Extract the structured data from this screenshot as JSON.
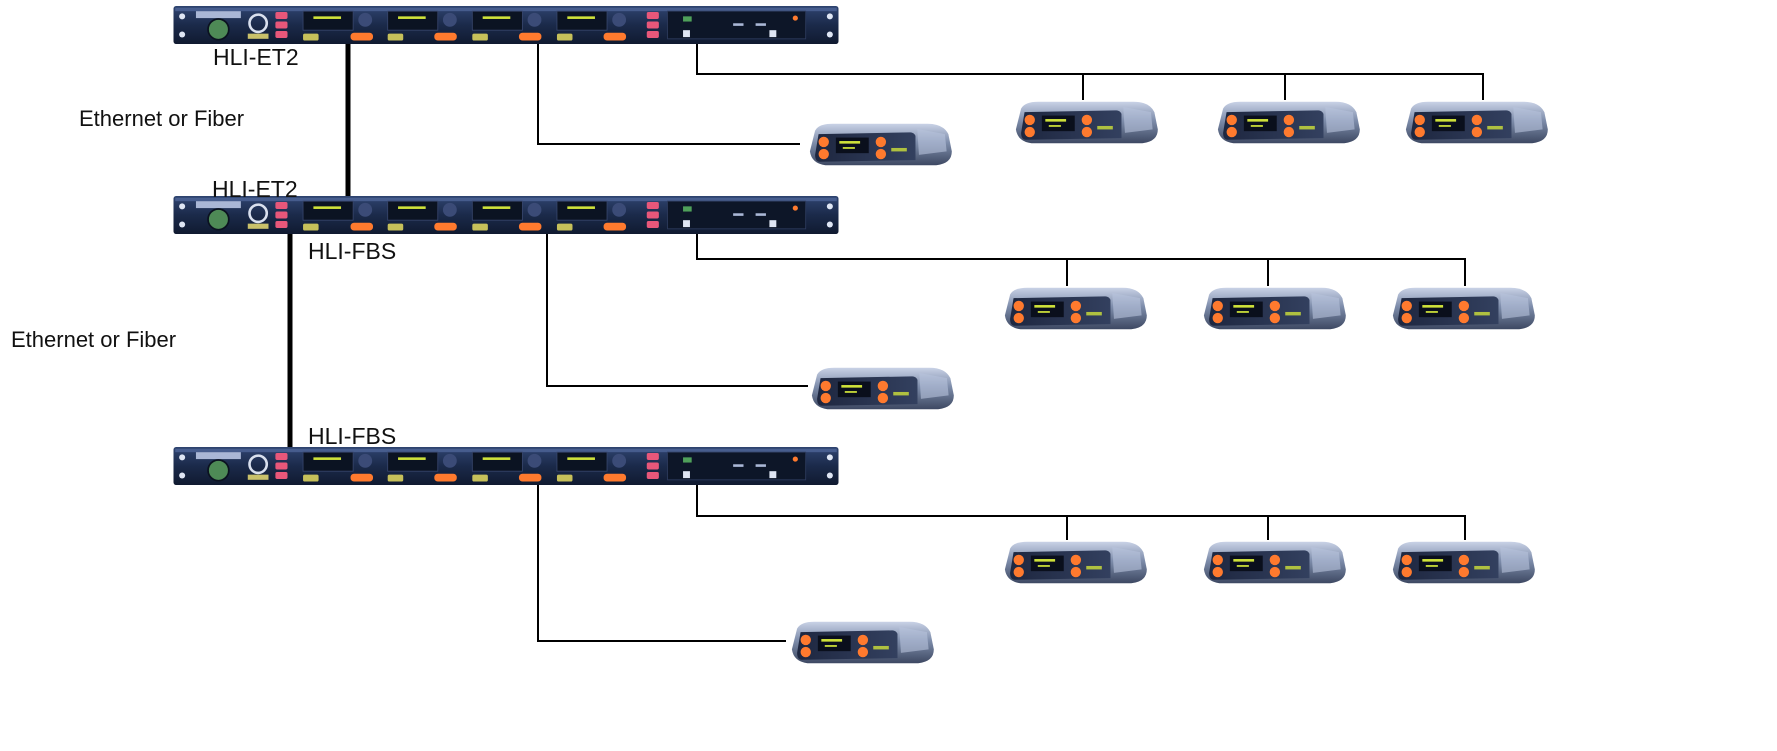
{
  "labels": {
    "unit_top": "HLI-ET2",
    "unit_middle_upper": "HLI-ET2",
    "unit_middle_lower": "HLI-FBS",
    "unit_bottom": "HLI-FBS",
    "link_top": "Ethernet or Fiber",
    "link_bottom": "Ethernet or Fiber"
  },
  "colors": {
    "rack_body": "#1b2a4a",
    "rack_panel": "#0c1426",
    "accent_orange": "#ff7a2e",
    "accent_pink": "#e8577a",
    "display_green": "#cfe23a",
    "beltpack_body": "#6f7f9c",
    "line": "#000000"
  },
  "icons": {
    "rack_unit": "rack-unit-icon",
    "beltpack": "beltpack-icon"
  }
}
